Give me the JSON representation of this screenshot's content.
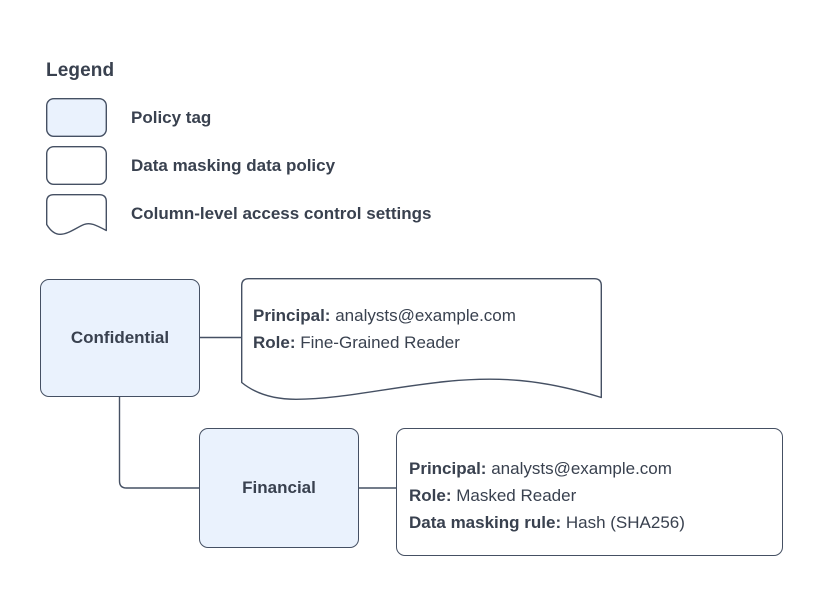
{
  "legend": {
    "title": "Legend",
    "items": [
      {
        "icon": "rounded-rect-filled-swatch",
        "label": "Policy tag"
      },
      {
        "icon": "rounded-rect-outline-swatch",
        "label": "Data masking data policy"
      },
      {
        "icon": "wavy-bottom-document-swatch",
        "label": "Column-level access control settings"
      }
    ]
  },
  "diagram": {
    "nodes": [
      {
        "id": "confidential",
        "label": "Confidential"
      },
      {
        "id": "financial",
        "label": "Financial"
      }
    ],
    "cards": [
      {
        "id": "policy",
        "lines": [
          {
            "label": "Principal:",
            "value": "analysts@example.com"
          },
          {
            "label": "Role:",
            "value": "Fine-Grained Reader"
          }
        ]
      },
      {
        "id": "masking",
        "lines": [
          {
            "label": "Principal:",
            "value": "analysts@example.com"
          },
          {
            "label": "Role:",
            "value": "Masked Reader"
          },
          {
            "label": "Data masking rule:",
            "value": "Hash (SHA256)"
          }
        ]
      }
    ],
    "connectors": [
      {
        "from": "confidential",
        "to": "card-policy"
      },
      {
        "from": "confidential",
        "to": "financial"
      },
      {
        "from": "financial",
        "to": "card-masking"
      }
    ]
  },
  "colors": {
    "node_fill": "#eaf2fd",
    "stroke": "#455063",
    "text": "#39414f",
    "background": "#ffffff"
  }
}
